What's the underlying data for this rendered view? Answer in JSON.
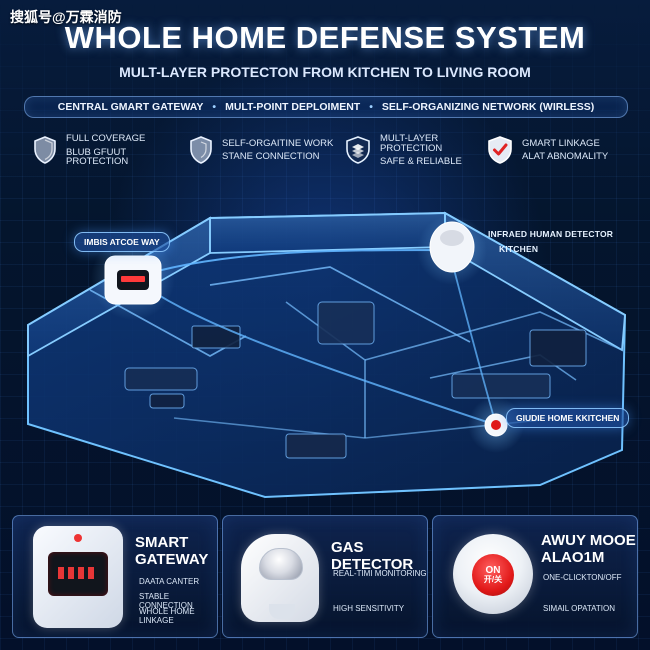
{
  "watermark": "搜狐号@万霖消防",
  "header": {
    "title": "WHOLE HOME DEFENSE SYSTEM",
    "subtitle": "MULT-LAYER PROTECTON FROM KITCHEN TO LIVING ROOM"
  },
  "feature_bar": {
    "items": [
      "CENTRAL GMART GATEWAY",
      "MULT-POINT DEPLOIMENT",
      "SELF-ORGANIZING NETWORK (WIRLESS)"
    ],
    "separator": "•"
  },
  "features": [
    {
      "icon": "shield-icon",
      "lines": [
        "FULL COVERAGE",
        "BLUB GFUUT PROTECTION"
      ]
    },
    {
      "icon": "shield-icon",
      "lines": [
        "SELF-ORGAITINE WORK",
        "STANE CONNECTION"
      ]
    },
    {
      "icon": "layers-shield-icon",
      "lines": [
        "MULT-LAYER PROTECTION",
        "SAFE & RELIABLE"
      ]
    },
    {
      "icon": "check-shield-icon",
      "lines": [
        "GMART LINKAGE",
        "ALAT ABNOMALITY"
      ]
    }
  ],
  "scene": {
    "callout_left": "IMBIS ATCOE WAY",
    "callout_top_right_1": "INFRAED HUMAN DETECTOR",
    "callout_top_right_2": "KITCHEN",
    "callout_kitchen": "GIUDIE HOME KKITCHEN"
  },
  "cards": [
    {
      "title_1": "SMART",
      "title_2": "GATEWAY",
      "lines": [
        "DAATA CANTER",
        "STABLE CONNECTION",
        "WHOLE HOME LINKAGE"
      ]
    },
    {
      "title_1": "GAS DETECTOR",
      "title_2": "",
      "lines": [
        "REAL-TIMI MONITORING",
        "HIGH SENSITIVITY"
      ]
    },
    {
      "title_1": "AWUY MOOE",
      "title_2": "ALAO1M",
      "button_on": "ON",
      "button_cn": "开/关",
      "lines": [
        "ONE-CLICKTON/OFF",
        "SIMAIL OPATATION"
      ]
    }
  ],
  "colors": {
    "accent_blue": "#1f8cff",
    "gateway_red": "#ff3a3a",
    "alarm_red": "#e11818"
  }
}
